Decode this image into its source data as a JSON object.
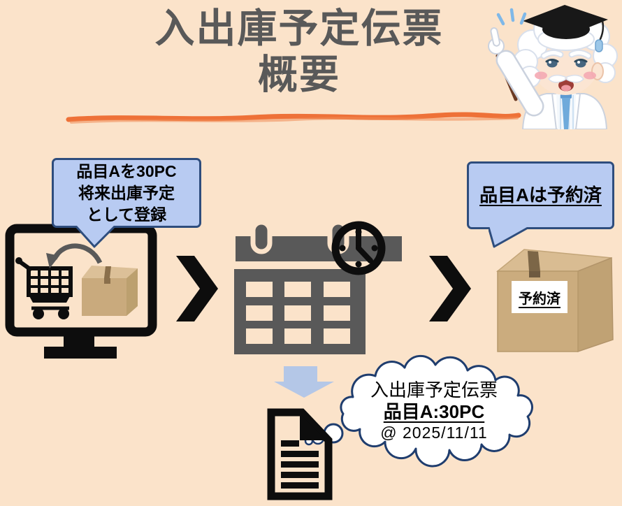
{
  "title": {
    "line1": "入出庫予定伝票",
    "line2": "概要"
  },
  "mascot": {
    "name": "professor-teacher-character"
  },
  "flow": {
    "register_bubble": {
      "lines": [
        "品目Aを30PC",
        "将来出庫予定",
        "として登録"
      ]
    },
    "reserved_bubble": {
      "text": "品目Aは予約済"
    },
    "box_label": "予約済",
    "thought_cloud": {
      "line1": "入出庫予定伝票",
      "line2": "品目A:30PC",
      "line3": "@ 2025/11/11"
    }
  },
  "icons": {
    "step1": "monitor-with-cart-and-box-icon",
    "step2": "calendar-clock-icon",
    "step3": "reserved-package-box-icon",
    "result": "document-icon",
    "connectors": [
      "chevron-right-icon",
      "chevron-right-icon",
      "down-arrow-icon"
    ]
  },
  "colors": {
    "background": "#FBE3CA",
    "title_text": "#595959",
    "underline_orange": "#ED6A2F",
    "bubble_fill": "#B8CBF2",
    "bubble_border": "#2E4D7D",
    "arrow_blue": "#B4C7E7",
    "icon_gray": "#595959",
    "icon_black": "#0D0D0D",
    "cloud_border": "#1F3D6E",
    "box_tan": "#CBAC7E"
  }
}
